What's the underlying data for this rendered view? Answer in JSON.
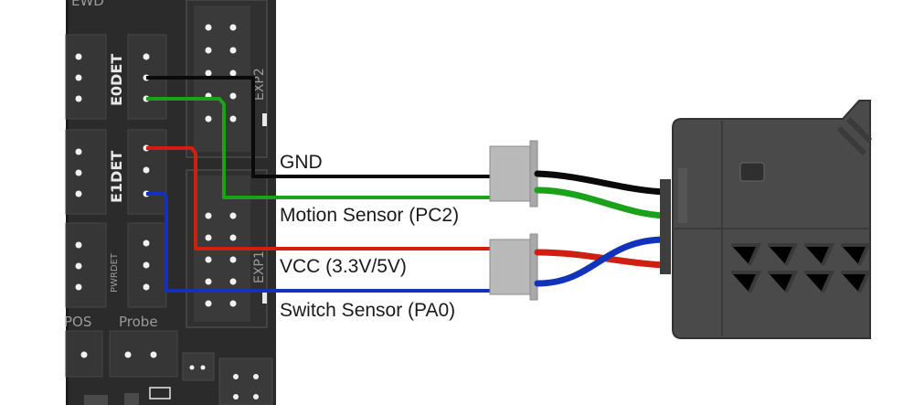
{
  "board": {
    "labels": {
      "e0det": "E0DET",
      "e1det": "E1DET",
      "exp2": "EXP2",
      "exp1": "EXP1",
      "probe": "Probe",
      "pos": "POS",
      "pwrdet": "PWRDET",
      "top_cut": "EWD"
    }
  },
  "wires": [
    {
      "label": "GND",
      "color": "#0a0a0a"
    },
    {
      "label": "Motion Sensor (PC2)",
      "color": "#1aa31a"
    },
    {
      "label": "VCC (3.3V/5V)",
      "color": "#d01f10"
    },
    {
      "label": "Switch Sensor (PA0)",
      "color": "#1133bb"
    }
  ],
  "colors": {
    "board": "#2b2b2b",
    "connector": "#3a3a3a",
    "plug": "#b9b9b9",
    "sensor_body": "#4a4a4a"
  }
}
